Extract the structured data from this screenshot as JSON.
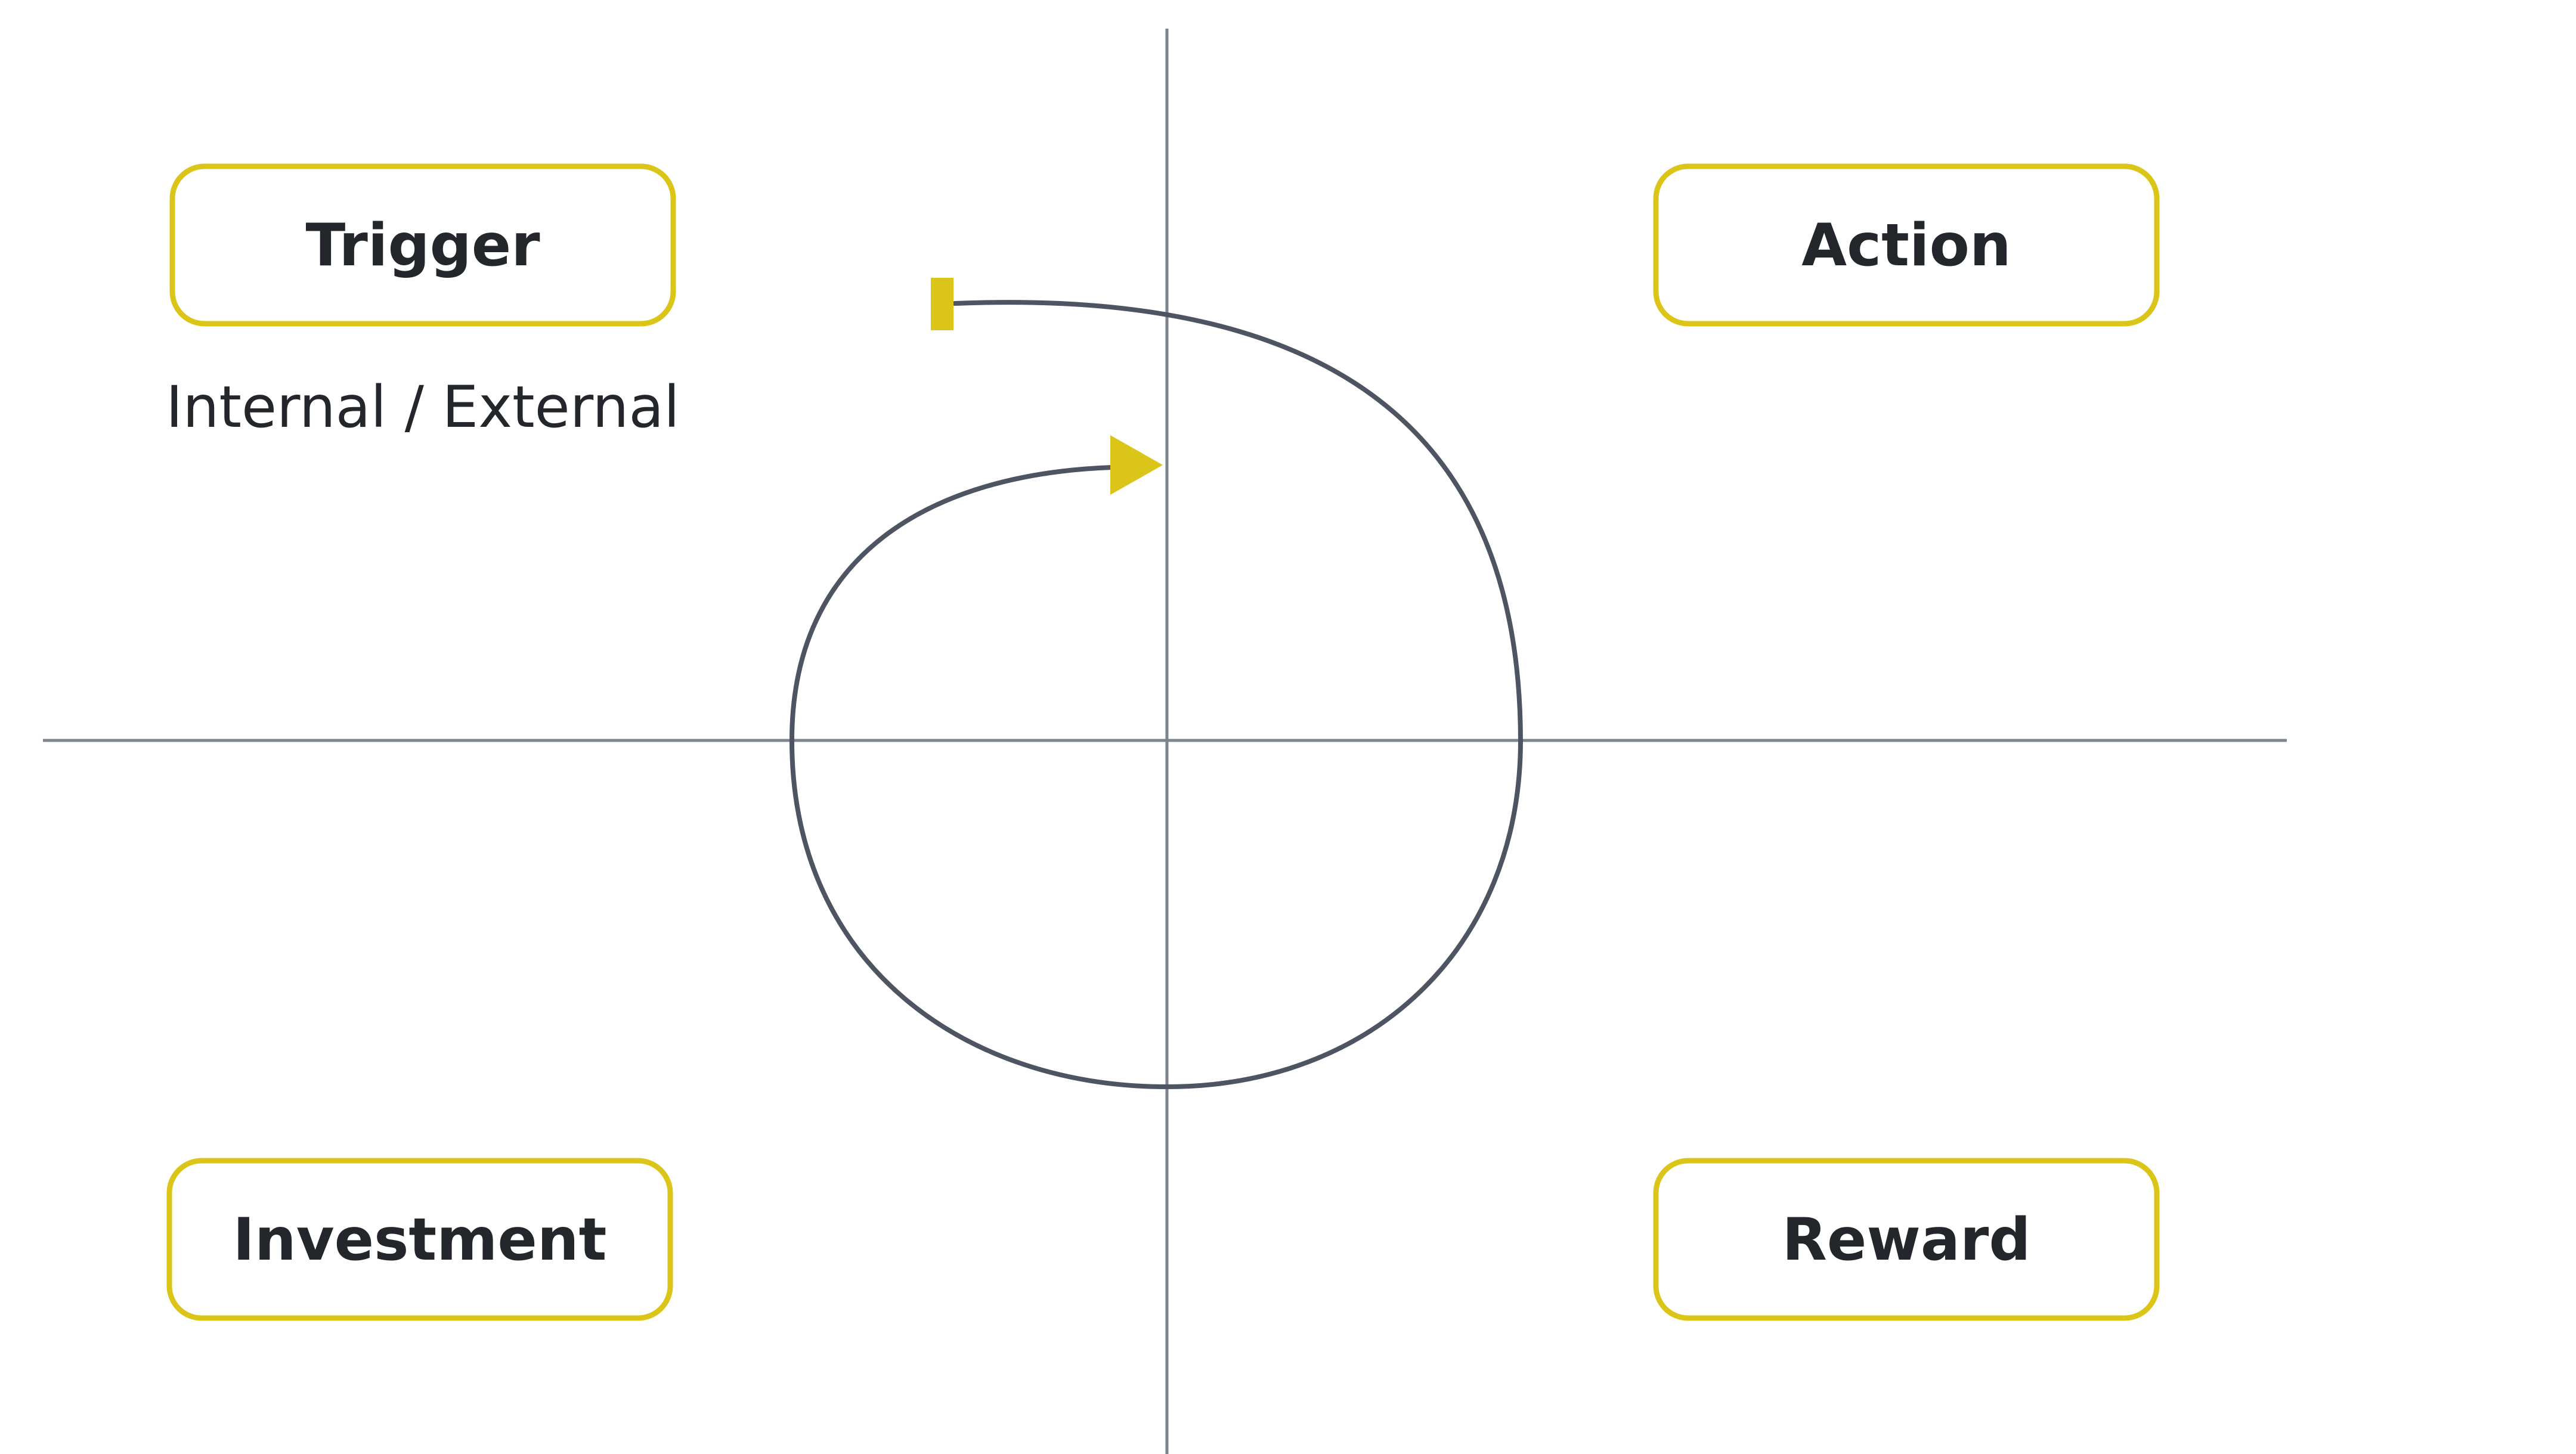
{
  "boxes": {
    "trigger": "Trigger",
    "action": "Action",
    "investment": "Investment",
    "reward": "Reward"
  },
  "trigger_note": "Internal / External",
  "colors": {
    "accent": "#dcc519",
    "line": "#4c5561",
    "axis": "#7a8590",
    "text": "#23272c"
  }
}
